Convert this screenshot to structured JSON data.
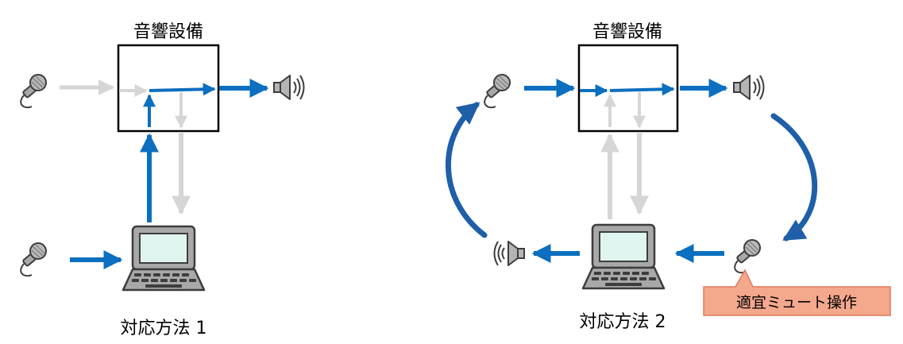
{
  "diagrams": [
    {
      "box_title": "音響設備",
      "caption": "対応方法 1"
    },
    {
      "box_title": "音響設備",
      "caption": "対応方法 2",
      "callout": "適宜ミュート操作"
    }
  ],
  "colors": {
    "active_flow": "#0c6fbf",
    "inactive_flow": "#d6d6d6",
    "curved_flow": "#1f5fa8",
    "box_border": "#000000",
    "mic_body": "#a8a8a8",
    "speaker_body": "#b5b5b5",
    "laptop_screen": "#e0f5f0",
    "laptop_frame": "#a8a8a8",
    "callout_fill": "#f4a88c",
    "callout_border": "#e07a5a"
  },
  "icons": [
    "microphone-icon",
    "speaker-icon",
    "laptop-icon"
  ]
}
